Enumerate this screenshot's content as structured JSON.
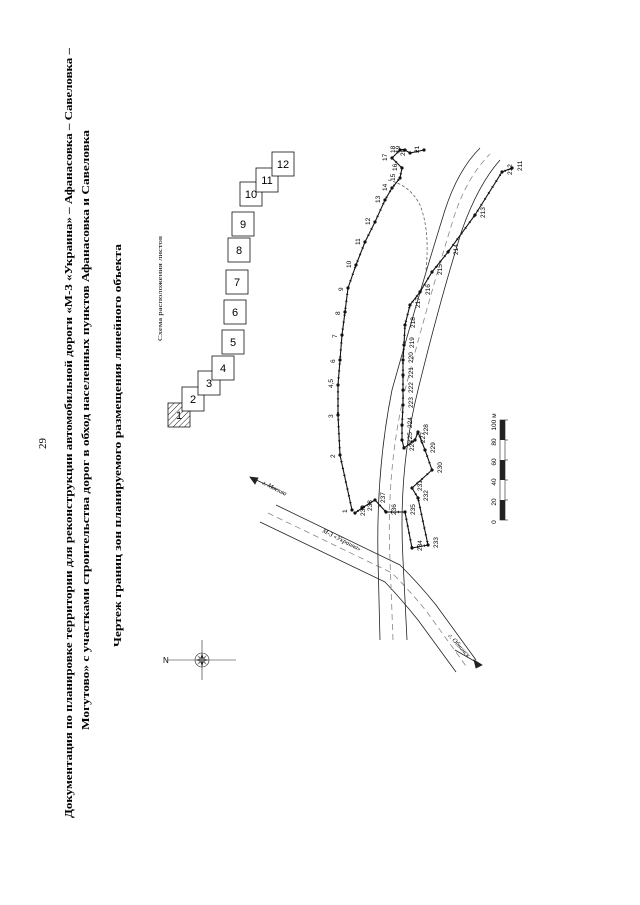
{
  "page_number": "29",
  "title_lines": [
    "Документация по планировке территории для реконструкции автомобильной дороги «М-3 «Украина» – Афанасовка – Савеловка –",
    "Могутово» с участками строительства дорог в обход населенных пунктов Афанасовка и Савеловка"
  ],
  "subtitle": "Чертеж границ зон планируемого размещения линейного объекта",
  "sheet_scheme": {
    "label": "Схема расположения листов",
    "sheets": [
      "1",
      "2",
      "3",
      "4",
      "5",
      "6",
      "7",
      "8",
      "9",
      "10",
      "11",
      "12"
    ]
  },
  "road_labels": {
    "moscow": "г. Москва",
    "m3": "М-3 «Украина»",
    "obninsk": "г. Обнинск"
  },
  "compass": {
    "north": "N",
    "icon": "compass-rose-icon"
  },
  "scale_bar": {
    "ticks": [
      "0",
      "20",
      "40",
      "60",
      "80",
      "100 м"
    ]
  },
  "boundary_points_upper": [
    "1",
    "2",
    "3",
    "4,5",
    "6",
    "7",
    "8",
    "9",
    "10",
    "11",
    "12",
    "13",
    "14",
    "15",
    "16",
    "17",
    "18",
    "19",
    "20",
    "21"
  ],
  "boundary_points_lower": [
    "211",
    "212",
    "213",
    "214",
    "215",
    "216",
    "217",
    "218",
    "219",
    "220",
    "221",
    "222",
    "223",
    "224",
    "225",
    "226",
    "227",
    "228",
    "229",
    "230",
    "231",
    "232",
    "233",
    "234",
    "235",
    "236",
    "237",
    "238",
    "239"
  ]
}
